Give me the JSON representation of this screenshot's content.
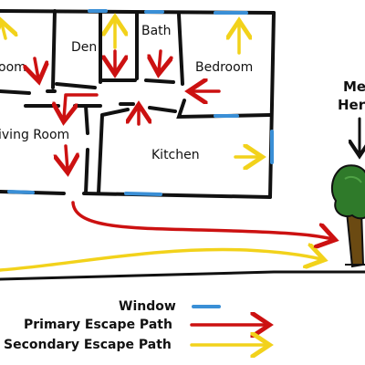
{
  "rooms": {
    "bedroom_left": "oom",
    "den": "Den",
    "bath": "Bath",
    "bedroom_right": "Bedroom",
    "living_room": "iving Room",
    "kitchen": "Kitchen"
  },
  "meeting_point": {
    "line1": "Me",
    "line2": "Her"
  },
  "legend": {
    "window": "Window",
    "primary": "Primary Escape Path",
    "secondary": "Secondary Escape Path"
  },
  "colors": {
    "window": "#3a8fd6",
    "primary": "#cc1111",
    "secondary": "#f2d21b",
    "wall": "#111111",
    "tree_leaves": "#2f7a2a",
    "tree_trunk": "#6b4a12"
  }
}
